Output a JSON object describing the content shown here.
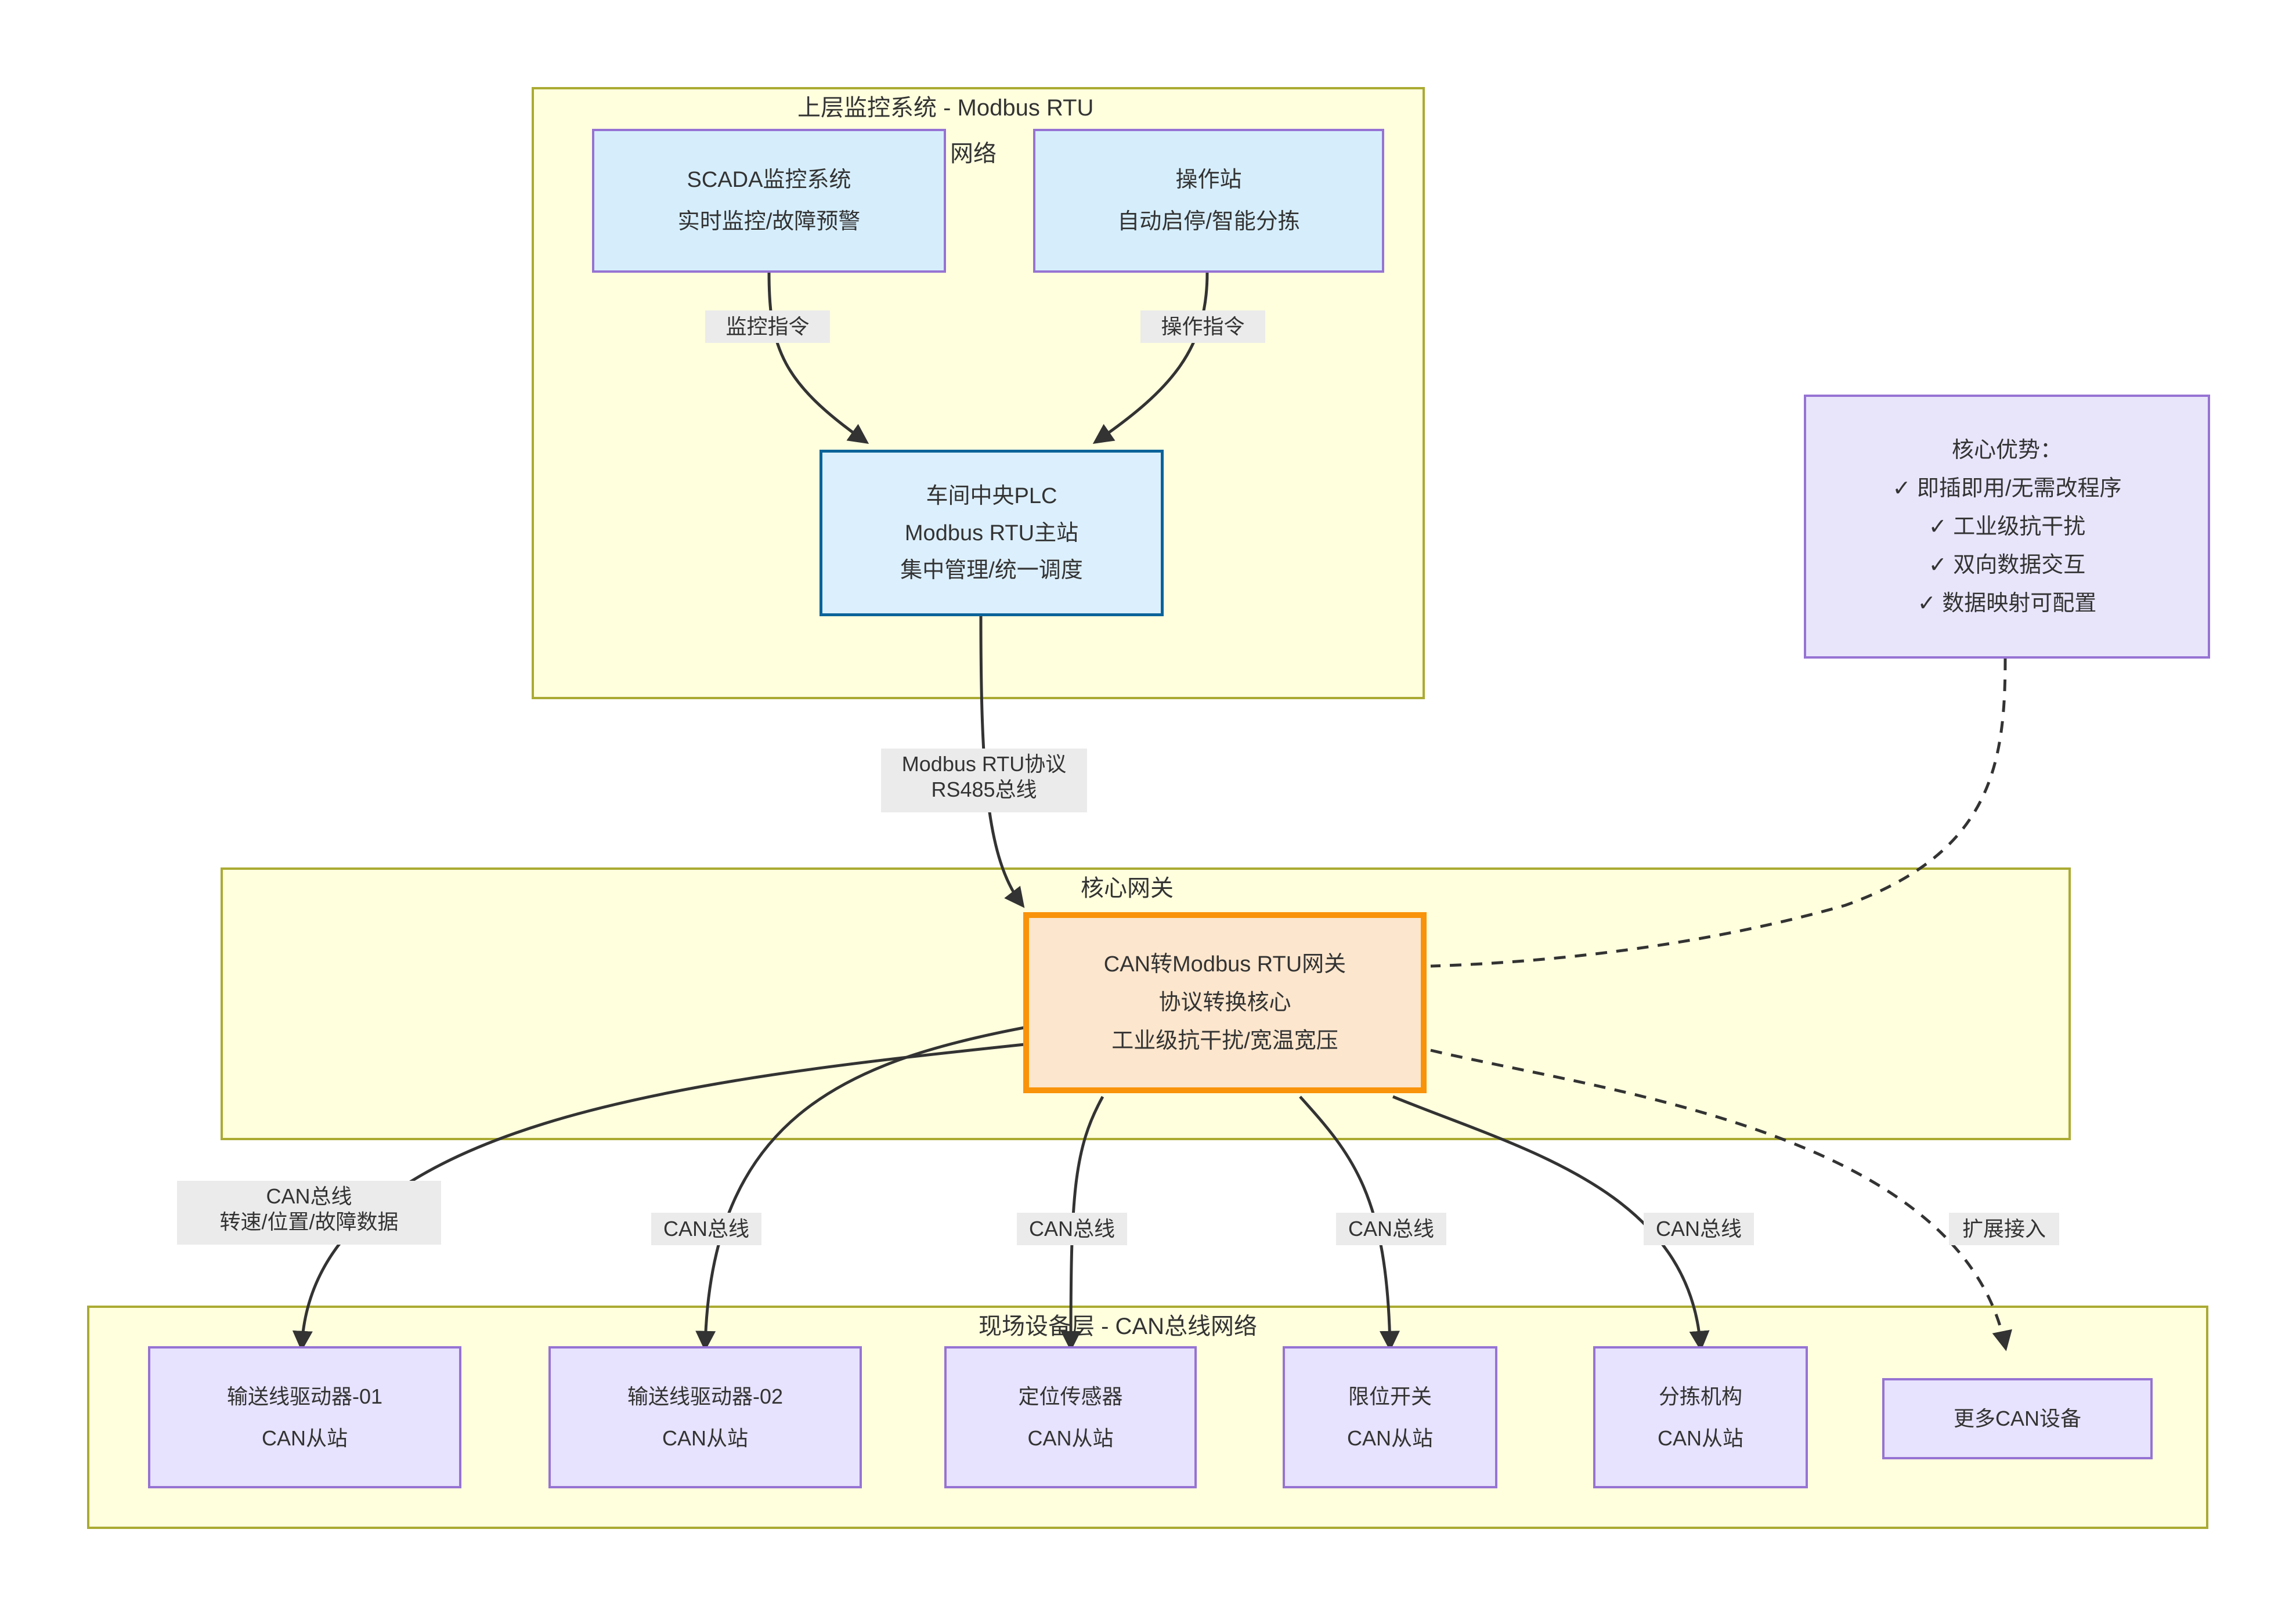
{
  "diagram": {
    "title_hidden": "",
    "groups": [
      {
        "id": "upper",
        "title": "上层监控系统 - Modbus RTU",
        "subtitle": "网络"
      },
      {
        "id": "gateway",
        "title": "核心网关"
      },
      {
        "id": "field",
        "title": "现场设备层 - CAN总线网络"
      }
    ],
    "nodes": {
      "scada": {
        "line1": "SCADA监控系统",
        "line2": "实时监控/故障预警"
      },
      "station": {
        "line1": "操作站",
        "line2": "自动启停/智能分拣"
      },
      "plc": {
        "line1": "车间中央PLC",
        "line2": "Modbus RTU主站",
        "line3": "集中管理/统一调度"
      },
      "gateway": {
        "line1": "CAN转Modbus RTU网关",
        "line2": "协议转换核心",
        "line3": "工业级抗干扰/宽温宽压"
      },
      "advantages": {
        "title": "核心优势：",
        "items": [
          "✓ 即插即用/无需改程序",
          "✓ 工业级抗干扰",
          "✓ 双向数据交互",
          "✓ 数据映射可配置"
        ]
      },
      "slaves": [
        {
          "line1": "输送线驱动器-01",
          "line2": "CAN从站"
        },
        {
          "line1": "输送线驱动器-02",
          "line2": "CAN从站"
        },
        {
          "line1": "定位传感器",
          "line2": "CAN从站"
        },
        {
          "line1": "限位开关",
          "line2": "CAN从站"
        },
        {
          "line1": "分拣机构",
          "line2": "CAN从站"
        },
        {
          "line1": "更多CAN设备",
          "line2": ""
        }
      ]
    },
    "edge_labels": {
      "scada_to_plc": {
        "line1": "监控指令",
        "line2": ""
      },
      "station_to_plc": {
        "line1": "操作指令",
        "line2": ""
      },
      "plc_to_gateway": {
        "line1": "Modbus RTU协议",
        "line2": "RS485总线"
      },
      "gw_to_drv01": {
        "line1": "CAN总线",
        "line2": "转速/位置/故障数据"
      },
      "gw_to_drv02": {
        "line1": "CAN总线",
        "line2": ""
      },
      "gw_to_sensor": {
        "line1": "CAN总线",
        "line2": ""
      },
      "gw_to_switch": {
        "line1": "CAN总线",
        "line2": ""
      },
      "gw_to_sorter": {
        "line1": "CAN总线",
        "line2": ""
      },
      "gw_to_more": {
        "line1": "扩展接入",
        "line2": ""
      }
    },
    "colors": {
      "group_fill": "#ffffde",
      "group_stroke": "#aaaa33",
      "blue_fill": "#d6eefc",
      "purple_stroke": "#9673d3",
      "plc_stroke": "#0b6399",
      "gateway_fill": "#fce6cd",
      "gateway_stroke": "#f9930a",
      "slave_fill": "#e7e2fd",
      "edge_label_bg": "#ebebeb",
      "text": "#333333"
    }
  }
}
